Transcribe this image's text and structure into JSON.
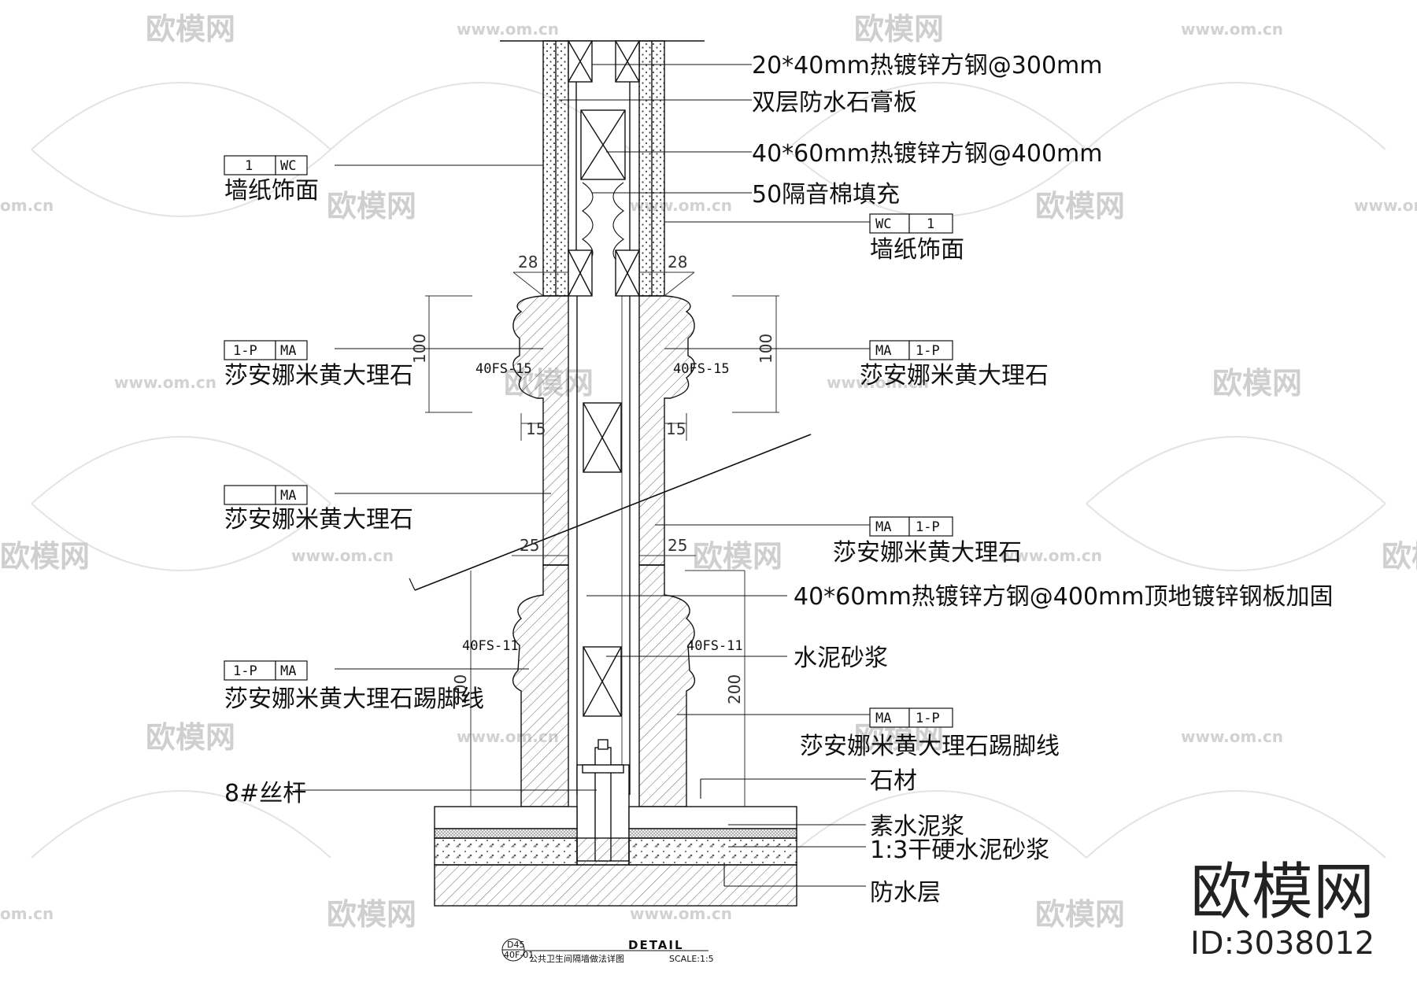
{
  "watermark": {
    "name": "欧模网",
    "url": "www.om.cn",
    "url_short": "om.cn"
  },
  "brand": {
    "name": "欧模网",
    "id": "ID:3038012"
  },
  "labels": {
    "steel_300": "20*40mm热镀锌方钢@300mm",
    "gypsum": "双层防水石膏板",
    "steel_400": "40*60mm热镀锌方钢@400mm",
    "insulation": "50隔音棉填充",
    "wallpaper_left": "墙纸饰面",
    "wallpaper_right": "墙纸饰面",
    "marble_upper_left": "莎安娜米黄大理石",
    "marble_upper_right": "莎安娜米黄大理石",
    "marble_mid_left": "莎安娜米黄大理石",
    "marble_mid_right": "莎安娜米黄大理石",
    "steel_reinforced": "40*60mm热镀锌方钢@400mm顶地镀锌钢板加固",
    "cement_mortar": "水泥砂浆",
    "skirting_left": "莎安娜米黄大理石踢脚线",
    "skirting_right": "莎安娜米黄大理石踢脚线",
    "rod": "8#丝杆",
    "stone": "石材",
    "cement_paste": "素水泥浆",
    "dry_mortar": "1:3干硬水泥砂浆",
    "waterproof": "防水层"
  },
  "tags": {
    "wc_left": [
      "1",
      "WC"
    ],
    "wc_right": [
      "WC",
      "1"
    ],
    "ma_upper_left": [
      "1-P",
      "MA"
    ],
    "ma_upper_right": [
      "MA",
      "1-P"
    ],
    "ma_mid_left": [
      "",
      "MA"
    ],
    "ma_mid_right": [
      "MA",
      "1-P"
    ],
    "ma_skirt_left": [
      "1-P",
      "MA"
    ],
    "ma_skirt_right": [
      "MA",
      "1-P"
    ]
  },
  "codes": {
    "fs15_left": "40FS-15",
    "fs15_right": "40FS-15",
    "fs11_left": "40FS-11",
    "fs11_right": "40FS-11"
  },
  "dims": {
    "d28_left": "28",
    "d28_right": "28",
    "d100_left": "100",
    "d100_right": "100",
    "d15_left": "15",
    "d15_right": "15",
    "d25_left": "25",
    "d25_right": "25",
    "d200_left": "200",
    "d200_right": "200"
  },
  "title_block": {
    "ref_top": "D45",
    "ref_bottom": "40F-01",
    "title": "公共卫生间隔墙做法详图",
    "detail": "DETAIL",
    "scale": "SCALE:1:5"
  }
}
